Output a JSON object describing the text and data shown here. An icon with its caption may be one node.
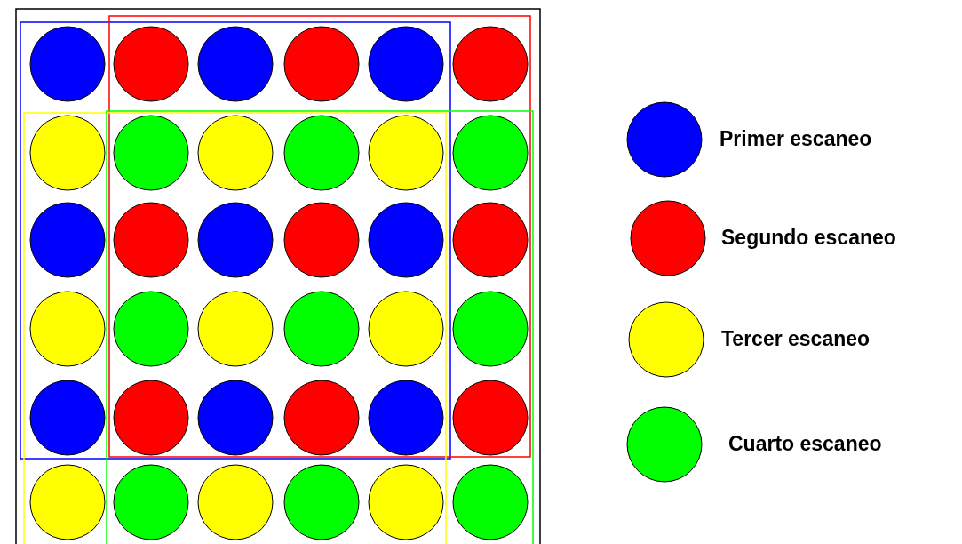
{
  "diagram": {
    "legend": [
      {
        "text": "Primer escaneo",
        "color": "#0000ff"
      },
      {
        "text": "Segundo escaneo",
        "color": "#ff0000"
      },
      {
        "text": "Tercer escaneo",
        "color": "#ffff00"
      },
      {
        "text": "Cuarto escaneo",
        "color": "#00ff00"
      }
    ]
  }
}
